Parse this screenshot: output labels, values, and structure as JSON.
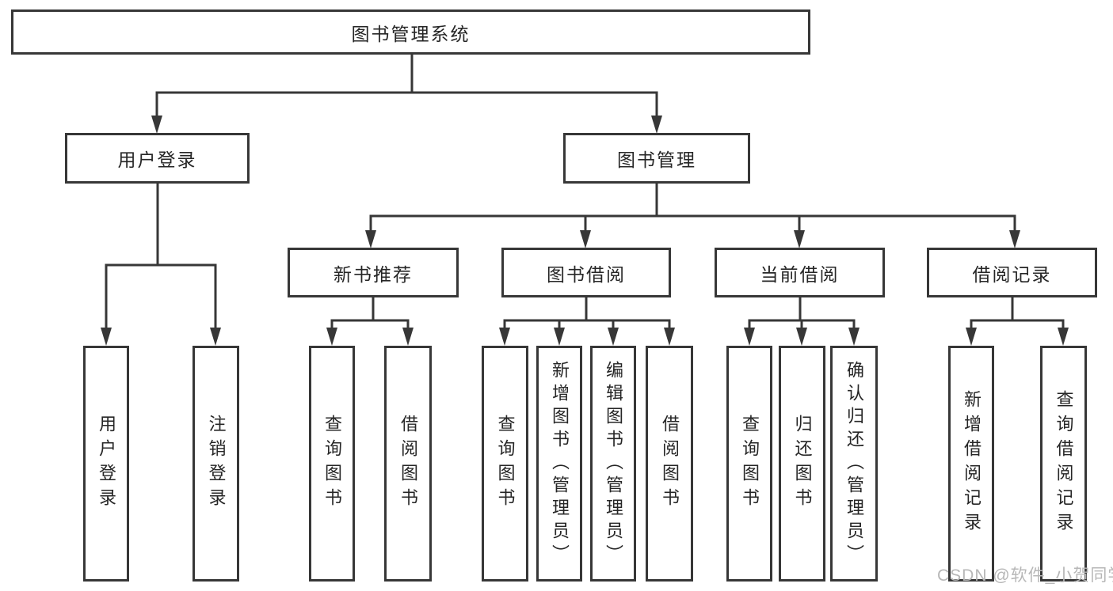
{
  "diagram": {
    "nodes": {
      "root": "图书管理系统",
      "level2": [
        "用户登录",
        "图书管理"
      ],
      "level3": [
        "新书推荐",
        "图书借阅",
        "当前借阅",
        "借阅记录"
      ],
      "login_children": [
        "用户登录",
        "注销登录"
      ],
      "recommend_children": [
        "查询图书",
        "借阅图书"
      ],
      "borrow_children": [
        "查询图书",
        "新增图书（管理员）",
        "编辑图书（管理员）",
        "借阅图书"
      ],
      "current_children": [
        "查询图书",
        "归还图书",
        "确认归还（管理员）"
      ],
      "records_children": [
        "新增借阅记录",
        "查询借阅记录"
      ]
    },
    "watermark": "CSDN @软件_小贺同学",
    "colors": {
      "line": "#373737",
      "text": "#262626",
      "background": "#ffffff",
      "watermark": "#b7b7b7"
    }
  }
}
